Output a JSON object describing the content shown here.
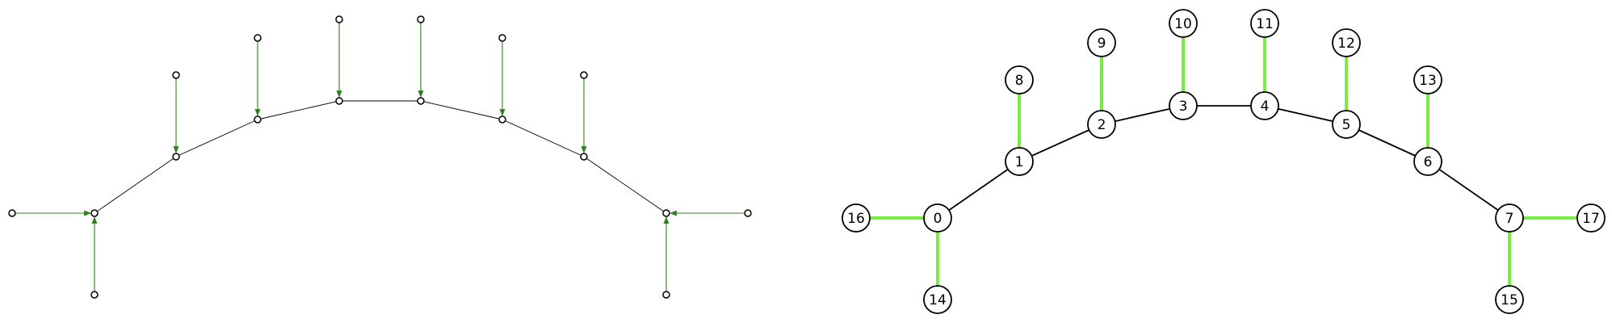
{
  "colors": {
    "background": "#ffffff",
    "structure_line": "#000000",
    "load_arrow": "#2e7d1e",
    "support_edge": "#77ee44",
    "node_fill": "#ffffff",
    "node_stroke": "#000000"
  },
  "left_figure": {
    "description_type": "structure-with-loads",
    "structure_chain": [
      0,
      1,
      2,
      3,
      4,
      5,
      6,
      7
    ],
    "arrow_sources": [
      "L8",
      "L9",
      "L10",
      "L11",
      "L12",
      "L13",
      "L16",
      "L14",
      "L17",
      "L15"
    ],
    "arrow_targets": [
      1,
      2,
      3,
      4,
      5,
      6,
      0,
      0,
      7,
      7
    ]
  },
  "right_figure": {
    "description_type": "labeled-graph",
    "nodes": [
      {
        "id": 0,
        "label": "0"
      },
      {
        "id": 1,
        "label": "1"
      },
      {
        "id": 2,
        "label": "2"
      },
      {
        "id": 3,
        "label": "3"
      },
      {
        "id": 4,
        "label": "4"
      },
      {
        "id": 5,
        "label": "5"
      },
      {
        "id": 6,
        "label": "6"
      },
      {
        "id": 7,
        "label": "7"
      },
      {
        "id": 8,
        "label": "8"
      },
      {
        "id": 9,
        "label": "9"
      },
      {
        "id": 10,
        "label": "10"
      },
      {
        "id": 11,
        "label": "11"
      },
      {
        "id": 12,
        "label": "12"
      },
      {
        "id": 13,
        "label": "13"
      },
      {
        "id": 14,
        "label": "14"
      },
      {
        "id": 15,
        "label": "15"
      },
      {
        "id": 16,
        "label": "16"
      },
      {
        "id": 17,
        "label": "17"
      }
    ],
    "black_edges": [
      [
        0,
        1
      ],
      [
        1,
        2
      ],
      [
        2,
        3
      ],
      [
        3,
        4
      ],
      [
        4,
        5
      ],
      [
        5,
        6
      ],
      [
        6,
        7
      ]
    ],
    "green_edges": [
      [
        1,
        8
      ],
      [
        2,
        9
      ],
      [
        3,
        10
      ],
      [
        4,
        11
      ],
      [
        5,
        12
      ],
      [
        6,
        13
      ],
      [
        0,
        16
      ],
      [
        0,
        14
      ],
      [
        7,
        17
      ],
      [
        7,
        15
      ]
    ]
  }
}
